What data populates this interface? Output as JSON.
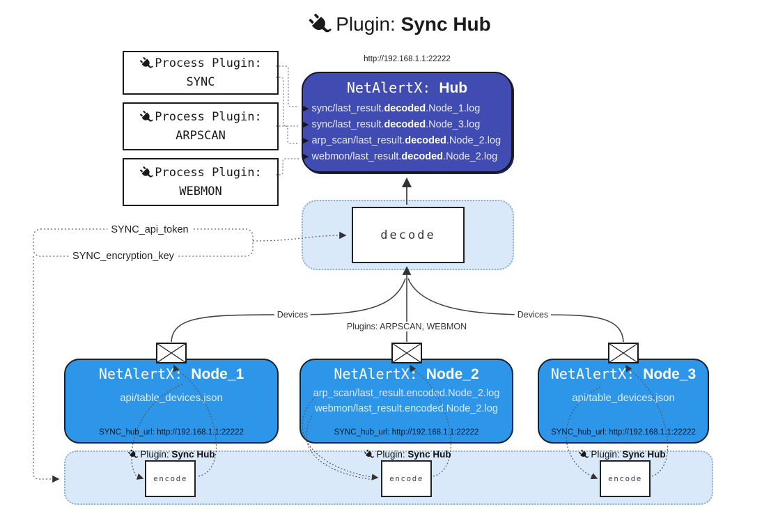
{
  "title": {
    "prefix": "Plugin: ",
    "bold": "Sync Hub"
  },
  "process_plugins": [
    {
      "label": "Process Plugin:",
      "name": "SYNC"
    },
    {
      "label": "Process Plugin:",
      "name": "ARPSCAN"
    },
    {
      "label": "Process Plugin:",
      "name": "WEBMON"
    }
  ],
  "hub": {
    "url": "http://192.168.1.1:22222",
    "title_prefix": "NetAlertX: ",
    "title_bold": "Hub",
    "lines": [
      {
        "prefix": "sync/last_result.",
        "bold": "decoded",
        "suffix": ".Node_1.log"
      },
      {
        "prefix": "sync/last_result.",
        "bold": "decoded",
        "suffix": ".Node_3.log"
      },
      {
        "prefix": "arp_scan/last_result.",
        "bold": "decoded",
        "suffix": ".Node_2.log"
      },
      {
        "prefix": "webmon/last_result.",
        "bold": "decoded",
        "suffix": ".Node_2.log"
      }
    ]
  },
  "decode": {
    "label": "decode"
  },
  "secrets": {
    "api_token": "SYNC_api_token",
    "encryption_key": "SYNC_encryption_key"
  },
  "edges": {
    "devices_left": "Devices",
    "devices_right": "Devices",
    "plugins_mid": "Plugins: ARPSCAN, WEBMON"
  },
  "nodes": [
    {
      "title_prefix": "NetAlertX: ",
      "title_bold": "Node_1",
      "lines": [
        "api/table_devices.json"
      ],
      "hub_url": "SYNC_hub_url: http://192.168.1.1:22222"
    },
    {
      "title_prefix": "NetAlertX: ",
      "title_bold": "Node_2",
      "lines": [
        "arp_scan/last_result.encoded.Node_2.log",
        "webmon/last_result.encoded.Node_2.log"
      ],
      "hub_url": "SYNC_hub_url: http://192.168.1.1:22222"
    },
    {
      "title_prefix": "NetAlertX: ",
      "title_bold": "Node_3",
      "lines": [
        "api/table_devices.json"
      ],
      "hub_url": "SYNC_hub_url: http://192.168.1.1:22222"
    }
  ],
  "encode_band": {
    "plugin_label_prefix": "Plugin: ",
    "plugin_label_bold": "Sync Hub",
    "encode_label": "encode"
  },
  "colors": {
    "hub_fill": "#414cb2",
    "node_fill": "#2e96e8",
    "band_fill": "#d9e9f9",
    "band_border": "#8aaed0",
    "line": "#444444"
  }
}
